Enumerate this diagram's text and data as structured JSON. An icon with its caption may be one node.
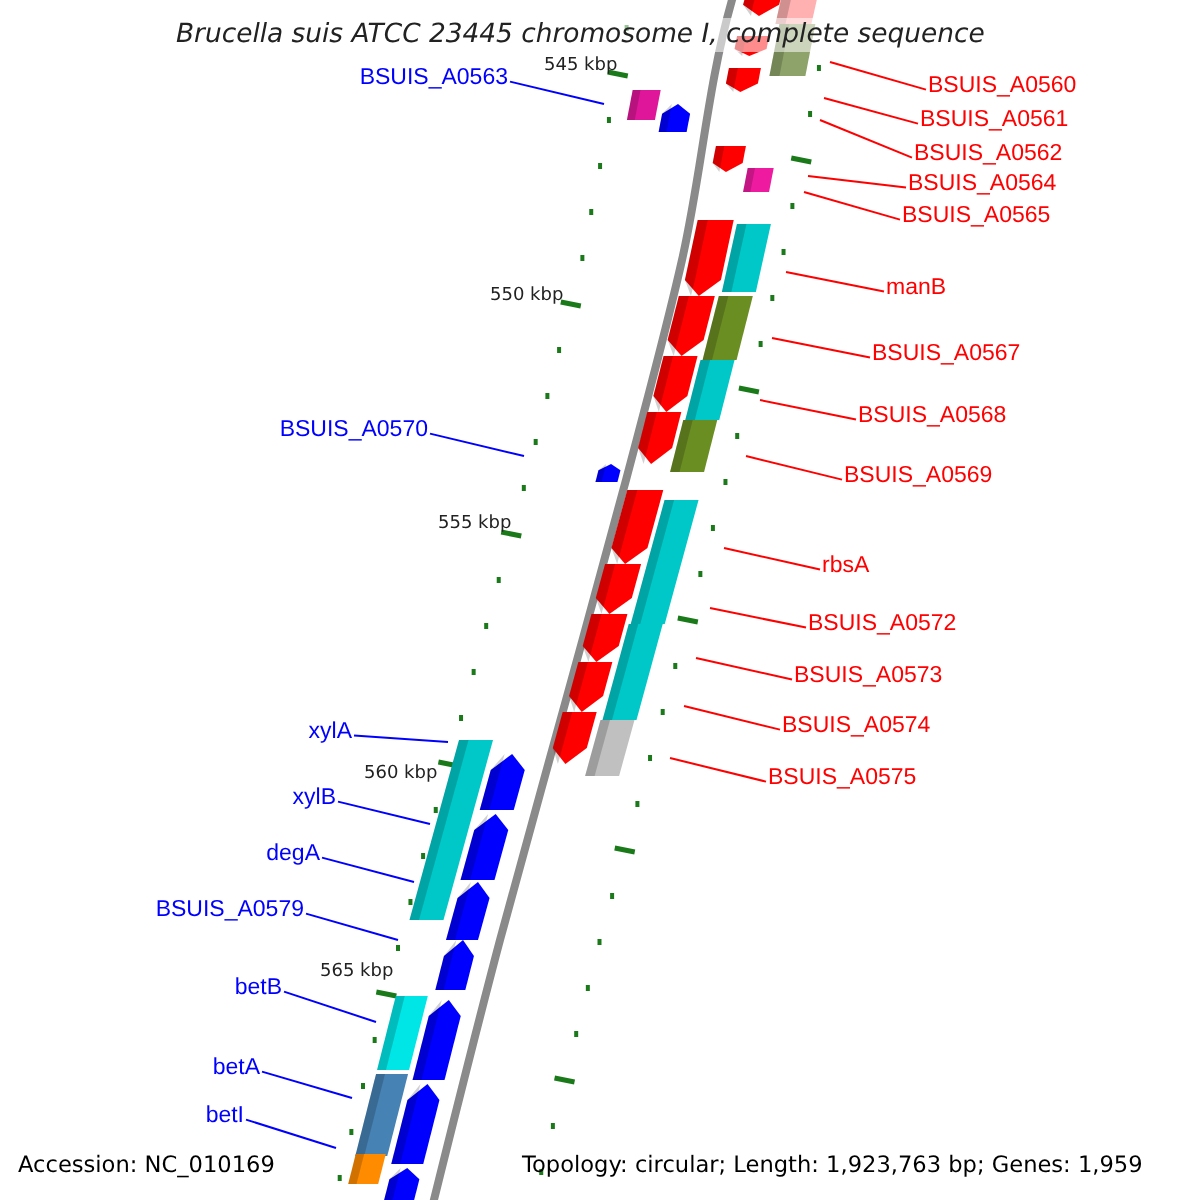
{
  "diagram": {
    "title": "Brucella suis ATCC 23445 chromosome I, complete sequence",
    "nodes": [
      {
        "text": [
          "BSUIS_A0563"
        ]
      },
      {
        "text": [
          "BSUIS_A0560"
        ]
      },
      {
        "text": [
          "BSUIS_A0561"
        ]
      },
      {
        "text": [
          "BSUIS_A0562"
        ]
      },
      {
        "text": [
          "BSUIS_A0564"
        ]
      },
      {
        "text": [
          "BSUIS_A0565"
        ]
      },
      {
        "text": [
          "manB"
        ]
      },
      {
        "text": [
          "BSUIS_A0567"
        ]
      },
      {
        "text": [
          "BSUIS_A0568"
        ]
      },
      {
        "text": [
          "BSUIS_A0569"
        ]
      },
      {
        "text": [
          "BSUIS_A0570"
        ]
      },
      {
        "text": [
          "rbsA"
        ]
      },
      {
        "text": [
          "BSUIS_A0572"
        ]
      },
      {
        "text": [
          "BSUIS_A0573"
        ]
      },
      {
        "text": [
          "BSUIS_A0574"
        ]
      },
      {
        "text": [
          "BSUIS_A0575"
        ]
      },
      {
        "text": [
          "xylA"
        ]
      },
      {
        "text": [
          "xylB"
        ]
      },
      {
        "text": [
          "degA"
        ]
      },
      {
        "text": [
          "BSUIS_A0579"
        ]
      },
      {
        "text": [
          "betB"
        ]
      },
      {
        "text": [
          "betA"
        ]
      },
      {
        "text": [
          "betI"
        ]
      }
    ],
    "edges": [
      {
        "from": 0,
        "to": null,
        "arrow": "none",
        "color": "#0000ff"
      },
      {
        "from": 1,
        "to": null,
        "arrow": "none"
      },
      {
        "from": 2,
        "to": null,
        "arrow": "none"
      },
      {
        "from": 3,
        "to": null,
        "arrow": "none"
      },
      {
        "from": 4,
        "to": null,
        "arrow": "none"
      },
      {
        "from": 5,
        "to": null,
        "arrow": "none"
      },
      {
        "from": 6,
        "to": null,
        "arrow": "none"
      },
      {
        "from": 7,
        "to": null,
        "arrow": "none"
      },
      {
        "from": 8,
        "to": null,
        "arrow": "none"
      },
      {
        "from": 9,
        "to": null,
        "arrow": "none"
      },
      {
        "from": 10,
        "to": null,
        "arrow": "none",
        "color": "#0000ff"
      },
      {
        "from": 11,
        "to": null,
        "arrow": "none"
      },
      {
        "from": 12,
        "to": null,
        "arrow": "none"
      },
      {
        "from": 13,
        "to": null,
        "arrow": "none"
      },
      {
        "from": 14,
        "to": null,
        "arrow": "none"
      },
      {
        "from": 15,
        "to": null,
        "arrow": "none"
      },
      {
        "from": 16,
        "to": null,
        "arrow": "none",
        "color": "#0000ff"
      },
      {
        "from": 17,
        "to": null,
        "arrow": "none",
        "color": "#0000ff"
      },
      {
        "from": 18,
        "to": null,
        "arrow": "none",
        "color": "#0000ff"
      },
      {
        "from": 19,
        "to": null,
        "arrow": "none",
        "color": "#0000ff"
      },
      {
        "from": 20,
        "to": null,
        "arrow": "none",
        "color": "#0000ff"
      },
      {
        "from": 21,
        "to": null,
        "arrow": "none",
        "color": "#0000ff"
      },
      {
        "from": 22,
        "to": null,
        "arrow": "none",
        "color": "#0000ff"
      }
    ],
    "labels": [
      "545 kbp",
      "550 kbp",
      "555 kbp",
      "560 kbp",
      "565 kbp",
      "Accession: NC_010169",
      "Topology: circular; Length: 1,923,763 bp; Genes: 1,959"
    ]
  }
}
